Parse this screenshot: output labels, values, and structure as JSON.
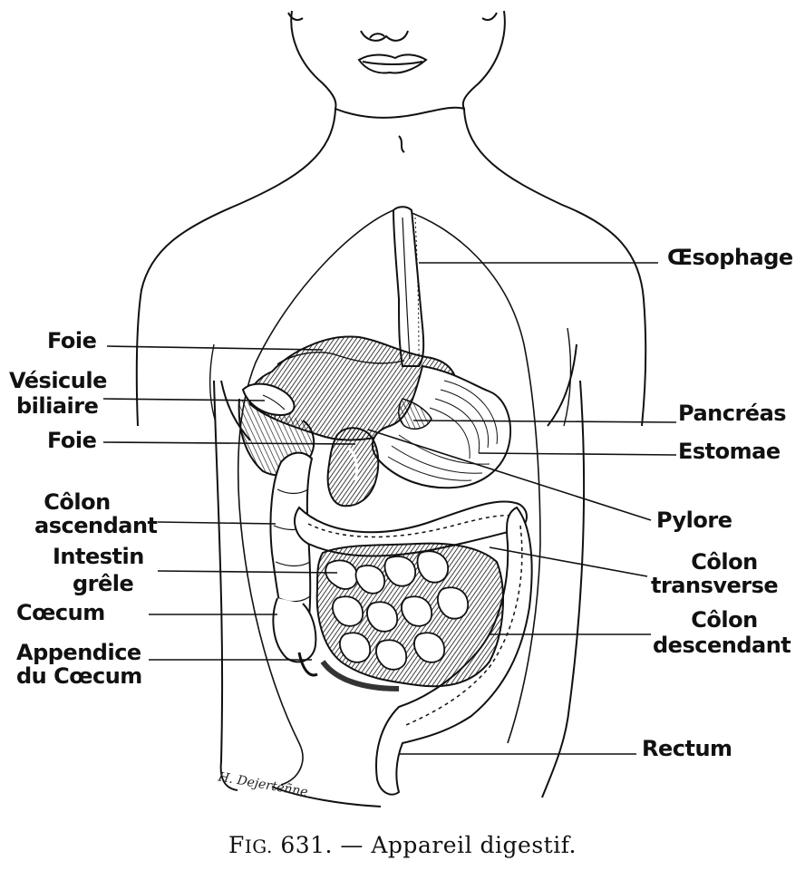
{
  "labels": {
    "oesophage": "Œsophage",
    "foie_top": "Foie",
    "vesicule_1": "Vésicule",
    "vesicule_2": "biliaire",
    "foie_bottom": "Foie",
    "pancreas": "Pancréas",
    "estomac": "Estomae",
    "colon_asc_1": "Côlon",
    "colon_asc_2": "ascendant",
    "pylore": "Pylore",
    "intestin_1": "Intestin",
    "intestin_2": "grêle",
    "colon_trans_1": "Côlon",
    "colon_trans_2": "transverse",
    "coecum": "Cœcum",
    "colon_desc_1": "Côlon",
    "colon_desc_2": "descendant",
    "appendice_1": "Appendice",
    "appendice_2": "du Cœcum",
    "rectum": "Rectum"
  },
  "caption": {
    "fig_first": "F",
    "fig_rest": "IG.",
    "number_title": " 631. — Appareil digestif."
  },
  "signature": "H. Dejerteñne"
}
